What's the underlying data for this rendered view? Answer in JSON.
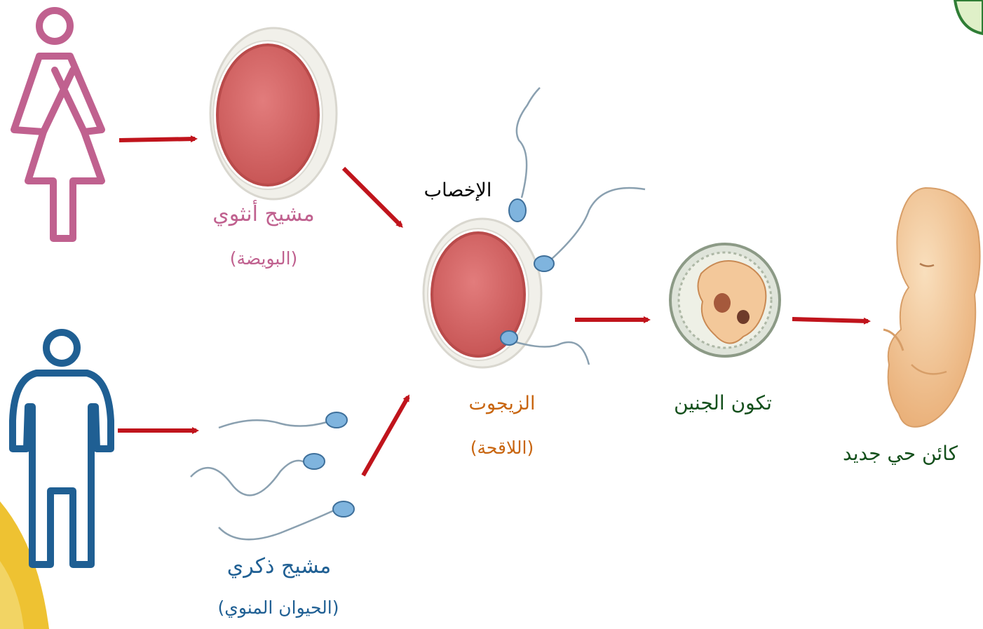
{
  "labels": {
    "female_gamete": "مشيج أنثوي",
    "female_gamete_sub": "(البويضة)",
    "male_gamete": "مشيج ذكري",
    "male_gamete_sub": "(الحيوان المنوي)",
    "fertilization": "الإخصاب",
    "zygote": "الزيجوت",
    "zygote_sub": "(اللاقحة)",
    "embryo_formation": "تكون الجنين",
    "new_organism": "كائن حي جديد"
  },
  "colors": {
    "female": "#c0618f",
    "male": "#1f5f93",
    "zygote_label": "#c8650f",
    "green_label": "#14501c",
    "arrow": "#c0141c",
    "egg_fill": "#d66868",
    "egg_ring": "#ecebe4",
    "sperm_head": "#7fb4de",
    "fetus": "#f3c89a",
    "corner_yellow": "#eec232",
    "corner_green_border": "#2f7d35",
    "corner_green_fill": "#dff0c8"
  },
  "icons": [
    "female-figure-icon",
    "male-figure-icon",
    "egg-cell-icon",
    "sperm-icon",
    "zygote-icon",
    "embryo-icon",
    "fetus-icon",
    "arrow-icon"
  ]
}
